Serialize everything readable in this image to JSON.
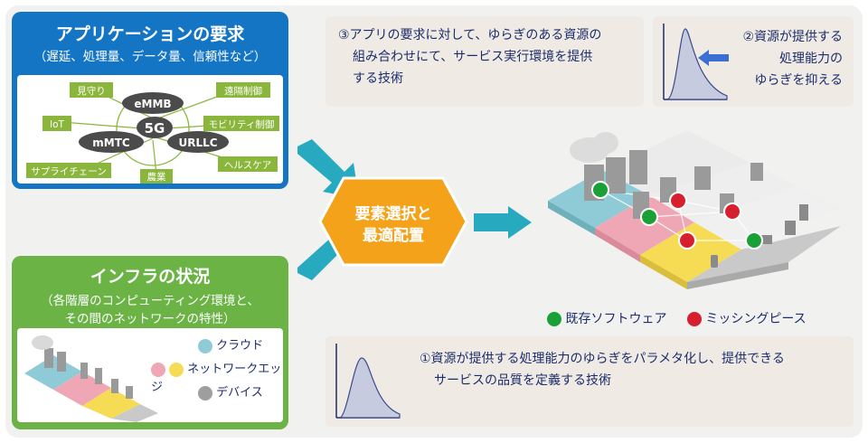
{
  "requirements": {
    "title": "アプリケーションの要求",
    "subtitle": "（遅延、処理量、データ量、信頼性など）",
    "center": "5G",
    "ovals": [
      "eMMB",
      "mMTC",
      "URLLC"
    ],
    "tags": [
      "見守り",
      "IoT",
      "サプライチェーン",
      "農業",
      "遠隔制御",
      "モビリティ制御",
      "ヘルスケア"
    ]
  },
  "infra": {
    "title": "インフラの状況",
    "subtitle_line1": "（各階層のコンピューティング環境と、",
    "subtitle_line2": "その間のネットワークの特性）",
    "legend": [
      "クラウド",
      "ネットワークエッジ",
      "デバイス"
    ]
  },
  "center_hex": {
    "line1": "要素選択と",
    "line2": "最適配置"
  },
  "notes": {
    "n3_line1": "③アプリの要求に対して、ゆらぎのある資源の",
    "n3_line2": "組み合わせにて、サービス実行環境を提供",
    "n3_line3": "する技術",
    "n2_line1": "②資源が提供する",
    "n2_line2": "処理能力の",
    "n2_line3": "ゆらぎを抑える",
    "n1_line1": "①資源が提供する処理能力のゆらぎをパラメタ化し、提供できる",
    "n1_line2": "サービスの品質を定義する技術"
  },
  "legend": {
    "existing": "既存ソフトウェア",
    "missing": "ミッシングピース"
  },
  "colors": {
    "blue": "#1475c4",
    "green": "#6ab344",
    "orange": "#f5a21b",
    "teal": "#27aabf",
    "cloud": "#8fcbd6",
    "edge_pink": "#f0a7b5",
    "edge_yellow": "#f6dc55",
    "device": "#c9c9c9",
    "existing": "#19a137",
    "missing": "#d6202e",
    "tag": "#8ab63c"
  }
}
